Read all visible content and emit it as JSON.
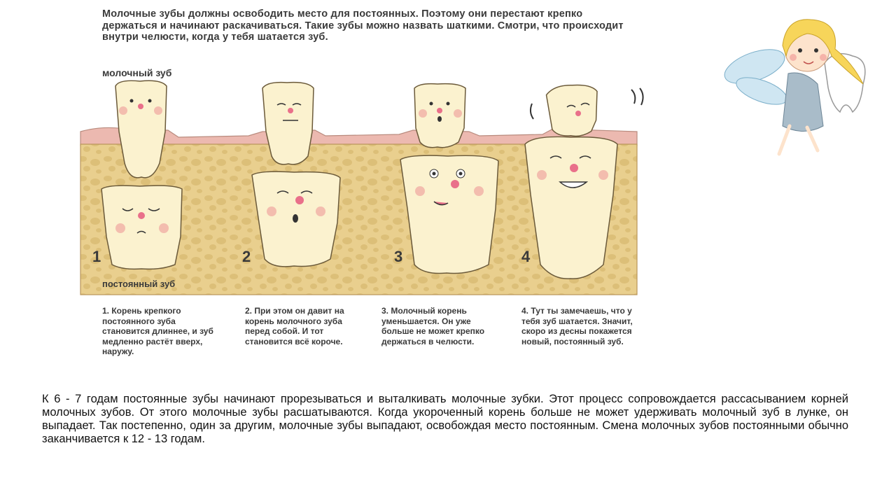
{
  "intro_text": "Молочные зубы должны освободить место для постоянных. Поэтому они перестают крепко держаться и начинают раскачиваться. Такие зубы можно назвать шаткими. Смотри, что происходит внутри челюсти, когда у тебя шатается зуб.",
  "label_milk_tooth": "молочный зуб",
  "label_permanent_tooth": "постоянный зуб",
  "steps": [
    {
      "number": "1",
      "caption": "1. Корень крепкого постоянного зуба становится длиннее, и зуб медленно растёт вверх, наружу."
    },
    {
      "number": "2",
      "caption": "2. При этом он давит на корень молочного зуба перед собой. И тот становится всё короче."
    },
    {
      "number": "3",
      "caption": "3. Молочный корень уменьшается. Он уже больше не может крепко держаться в челюсти."
    },
    {
      "number": "4",
      "caption": "4. Тут ты замечаешь, что у тебя зуб шатается. Значит, скоро из десны покажется новый, постоянный зуб."
    }
  ],
  "bottom_text": "К 6 - 7 годам постоянные зубы начинают прорезываться и выталкивать молочные зубки. Этот процесс сопровождается рассасыванием корней молочных зубов. От этого молочные зубы расшатываются. Когда укороченный корень больше не может удерживать молочный зуб в лунке, он выпадает. Так постепенно, один за другим, молочные зубы выпадают, освобождая место постоянным. Смена молочных зубов постоянными обычно заканчивается к 12 - 13 годам.",
  "colors": {
    "bone": "#e9cf8e",
    "bone_spots": "#d8b870",
    "gum": "#ecb9b0",
    "tooth": "#fbf2cf",
    "tooth_outline": "#6b5a3a",
    "cheek": "#f0a7a0",
    "nose": "#e9708a"
  }
}
